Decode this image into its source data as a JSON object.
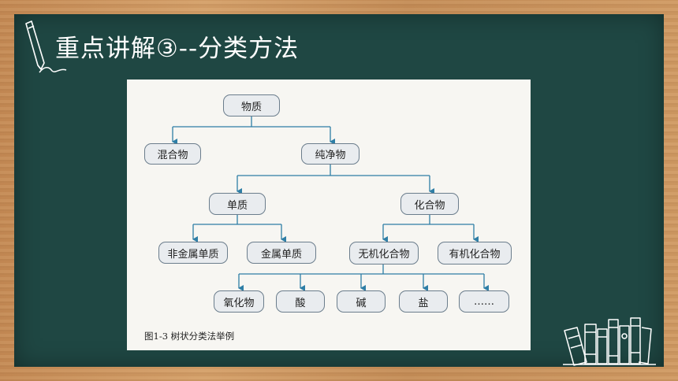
{
  "slide": {
    "title": "重点讲解③--分类方法"
  },
  "figure": {
    "caption": "图1-3  树状分类法举例",
    "nodes": {
      "root": "物质",
      "mixture": "混合物",
      "pure": "纯净物",
      "element": "单质",
      "compound": "化合物",
      "nonmetal": "非金属单质",
      "metal": "金属单质",
      "inorganic": "无机化合物",
      "organic": "有机化合物",
      "oxide": "氧化物",
      "acid": "酸",
      "base": "碱",
      "salt": "盐",
      "more": "……"
    }
  },
  "colors": {
    "board": "#1f4743",
    "arrow": "#2e7ea6",
    "node_fill": "#e9ecef"
  }
}
